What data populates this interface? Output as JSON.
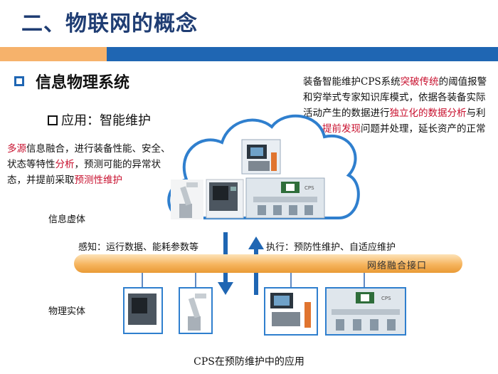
{
  "header": {
    "title": "二、物联网的概念"
  },
  "section": {
    "title": "信息物理系统",
    "subtitle": "应用：智能维护"
  },
  "left_para": [
    {
      "t": "多源",
      "red": true
    },
    {
      "t": "信息融合，进行装备性"
    },
    {
      "t": "能、安全、状态等特性"
    },
    {
      "t": "分析",
      "red": true
    },
    {
      "t": "，预测可能的异常状态，并"
    },
    {
      "t": "提前采取"
    },
    {
      "t": "预测性维护",
      "red": true
    }
  ],
  "right_para": [
    {
      "t": "装备智能维护CPS系统"
    },
    {
      "t": "突破传统",
      "red": true
    },
    {
      "t": "的"
    },
    {
      "t": "阈值报警和穷举式专家知识库模式"
    },
    {
      "t": "，依据各装备实际活动产生的数据"
    },
    {
      "t": "进行"
    },
    {
      "t": "独立化的数据分析",
      "red": true
    },
    {
      "t": "与利用，"
    },
    {
      "t": "提",
      "red": true
    },
    {
      "t": "前发现",
      "red": true
    },
    {
      "t": "问题并处理，延长资产的正"
    },
    {
      "t": "常运行时间，"
    }
  ],
  "diagram": {
    "virtual_label": "信息虚体",
    "physical_label": "物理实体",
    "sense_label": "感知：运行数据、能耗参数等",
    "exec_label": "执行：预防性维护、自适应维护",
    "interface_label": "网络融合接口",
    "caption": "CPS在预防维护中的应用",
    "sign_text": "CPS"
  },
  "colors": {
    "title": "#1f3d73",
    "accent_blue": "#1f66b3",
    "accent_orange": "#f6b26b",
    "highlight_red": "#c8102e"
  }
}
